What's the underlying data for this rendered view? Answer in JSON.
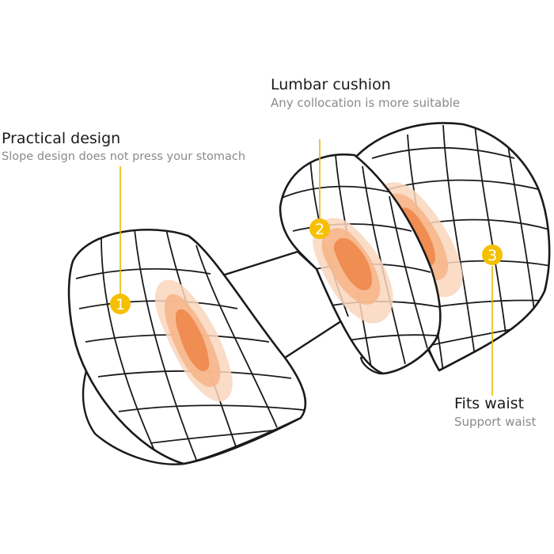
{
  "callouts": [
    {
      "title": "Practical design",
      "subtitle": "Slope design does not press your stomach",
      "marker": "1"
    },
    {
      "title": "Lumbar cushion",
      "subtitle": "Any collocation is more suitable",
      "marker": "2"
    },
    {
      "title": "Fits waist",
      "subtitle": "Support waist",
      "marker": "3"
    }
  ],
  "colors": {
    "outline": "#1a1a1a",
    "marker_fill": "#f5c000",
    "leader_line": "#e8b800",
    "pressure_outer": "#f9d6bd",
    "pressure_mid": "#f6b68b",
    "pressure_inner": "#f08d52",
    "title_text": "#1a1a1a",
    "subtitle_text": "#8a8a8a"
  },
  "icons": [
    "pressure-zone-icon",
    "numbered-marker-icon"
  ]
}
